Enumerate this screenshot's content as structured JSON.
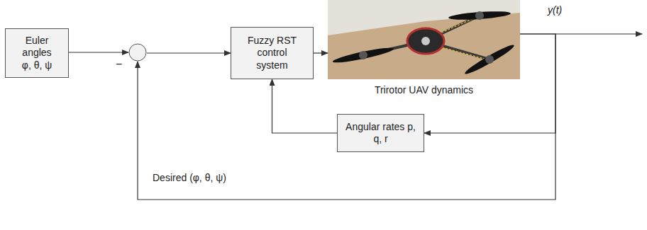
{
  "diagram": {
    "nodes": [
      {
        "text": [
          "Euler angles φ, θ, ψ"
        ]
      },
      {
        "text": [
          "−"
        ]
      },
      {
        "text": [
          "Fuzzy RST control system"
        ]
      },
      {
        "text": [
          "Trirotor UAV dynamics"
        ]
      },
      {
        "text": [
          "Angular rates p, q, r"
        ]
      }
    ],
    "edges": [
      {
        "from": 0,
        "to": 1,
        "arrow": "to"
      },
      {
        "from": 1,
        "to": 2,
        "arrow": "to"
      },
      {
        "from": 2,
        "to": 3,
        "arrow": "to"
      },
      {
        "from": 3,
        "to": 4,
        "arrow": "to"
      },
      {
        "from": 4,
        "to": 2,
        "arrow": "to"
      },
      {
        "from": 3,
        "to": 1,
        "arrow": "to"
      }
    ],
    "labels": [
      "y(t)",
      "Desired (φ, θ, ψ)"
    ]
  }
}
